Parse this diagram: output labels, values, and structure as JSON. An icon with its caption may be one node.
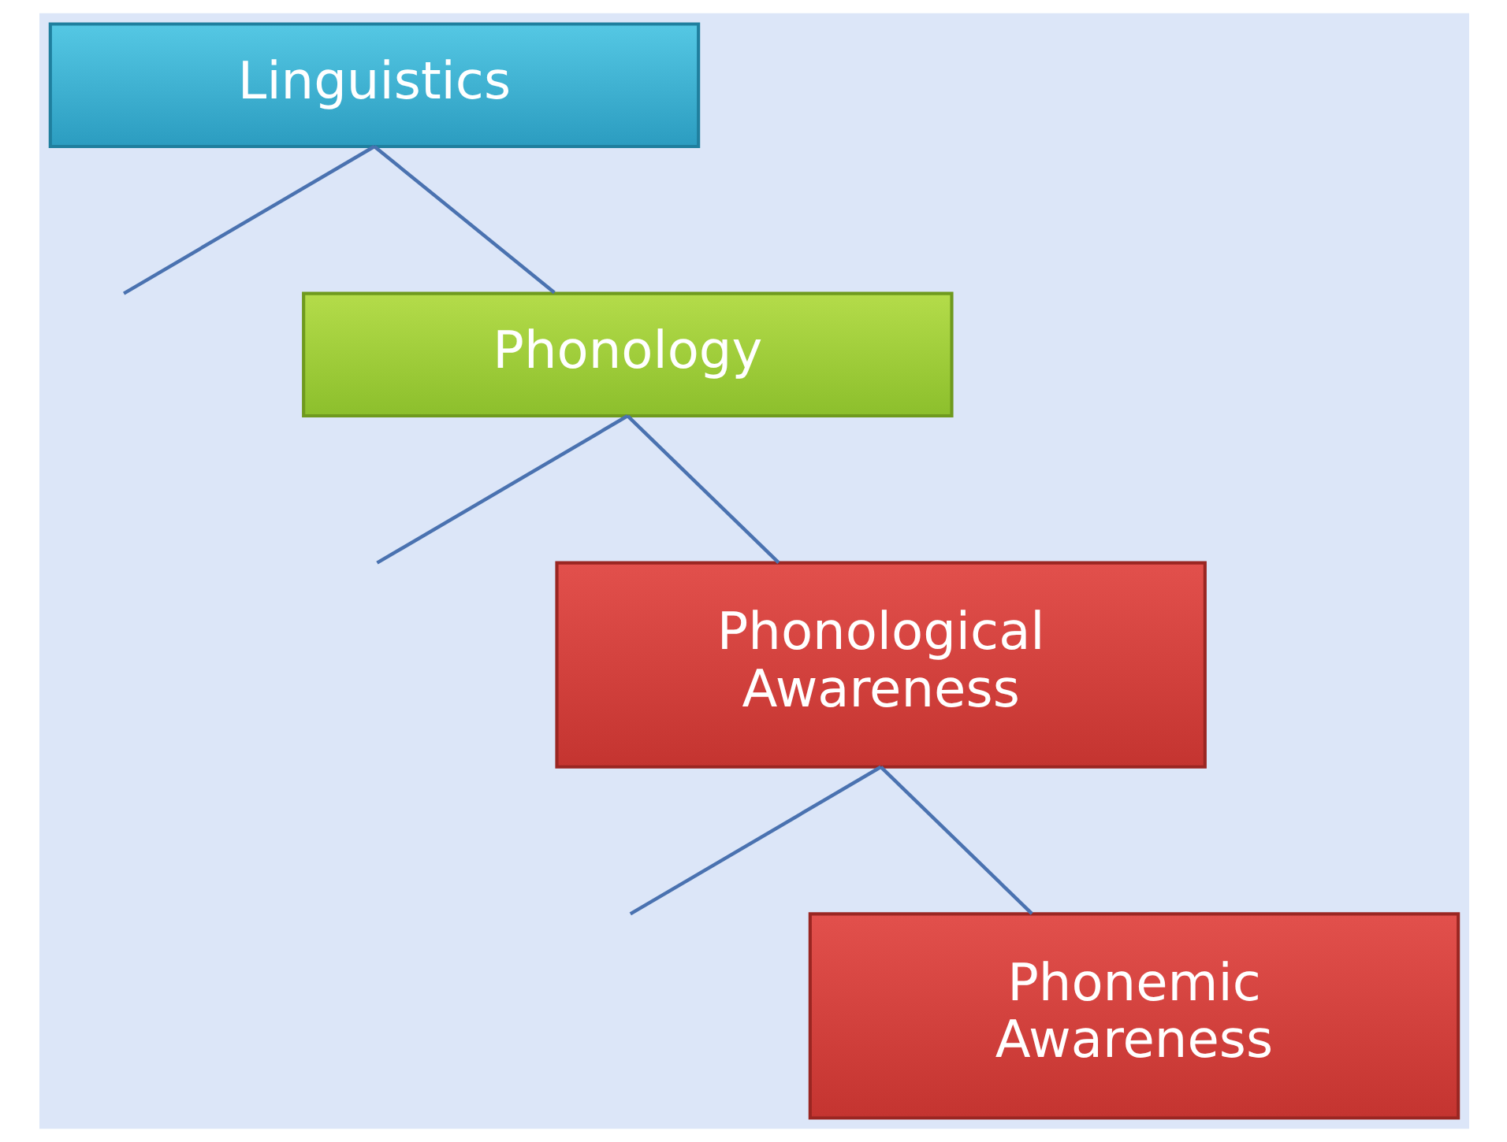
{
  "diagram": {
    "nodes": [
      {
        "text": [
          "Linguistics"
        ]
      },
      {
        "text": [
          "Phonology"
        ]
      },
      {
        "text": [
          "Phonological Awareness"
        ]
      },
      {
        "text": [
          "Phonemic Awareness"
        ]
      }
    ],
    "edges": [
      {
        "from": 0,
        "to": null,
        "arrow": "none"
      },
      {
        "from": 0,
        "to": 1,
        "arrow": "none"
      },
      {
        "from": 1,
        "to": null,
        "arrow": "none"
      },
      {
        "from": 1,
        "to": 2,
        "arrow": "none"
      },
      {
        "from": 2,
        "to": null,
        "arrow": "none"
      },
      {
        "from": 2,
        "to": 3,
        "arrow": "none"
      }
    ]
  }
}
